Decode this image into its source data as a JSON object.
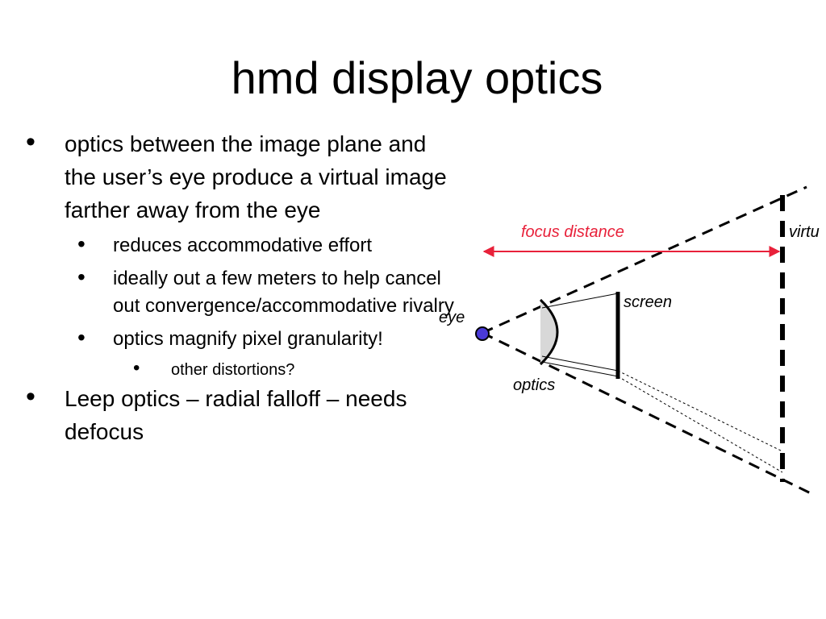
{
  "slide": {
    "title": "hmd display optics"
  },
  "bullets": [
    {
      "level": 1,
      "text": "optics between the image plane and the user’s eye produce a virtual image farther away from the eye"
    },
    {
      "level": 2,
      "text": "reduces accommodative effort"
    },
    {
      "level": 2,
      "text": "ideally out a few meters to help cancel out convergence/accommodative rivalry"
    },
    {
      "level": 2,
      "text": "optics magnify pixel granularity!"
    },
    {
      "level": 3,
      "text": "other distortions?"
    },
    {
      "level": 1,
      "text": "Leep optics – radial falloff – needs defocus"
    }
  ],
  "diagram": {
    "labels": {
      "focus_distance": "focus distance",
      "virtual": "virtu",
      "screen": "screen",
      "eye": "eye",
      "optics": "optics"
    },
    "colors": {
      "focus_arrow": "#e8213a",
      "eye_fill": "#4a3ad8",
      "lens_fill": "#d8d8d8",
      "ink": "#000000"
    }
  }
}
